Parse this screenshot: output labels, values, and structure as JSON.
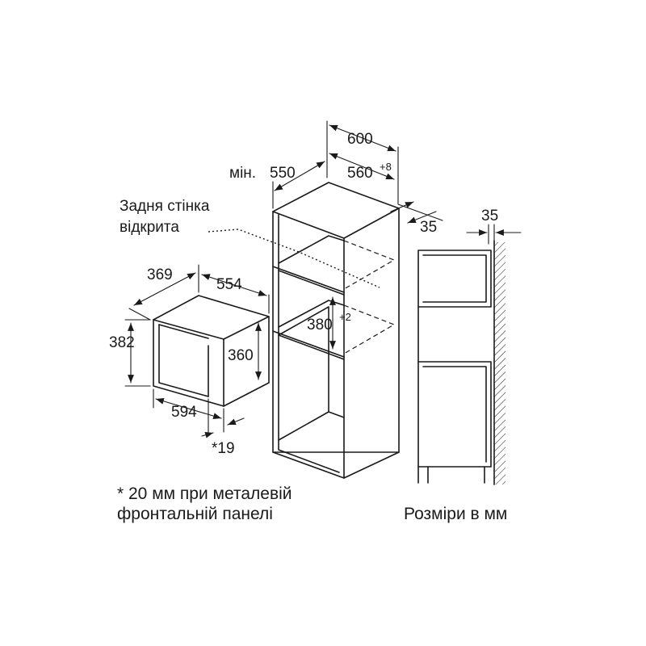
{
  "labels": {
    "oven_width": "600",
    "min_depth_prefix": "мін.",
    "min_depth_value": "550",
    "niche_width_base": "560",
    "niche_width_tol": "+8",
    "gap_side": "35",
    "rear_wall_line1": "Задня стінка",
    "rear_wall_line2": "відкрита",
    "mw_depth": "369",
    "mw_depth2": "554",
    "mw_height": "382",
    "mw_inner_height": "360",
    "mw_width": "594",
    "mw_front_offset": "*19",
    "niche_height_base": "380",
    "niche_height_tol": "+2",
    "wall_gap": "35"
  },
  "notes": {
    "footnote_line1": "* 20 мм при металевій",
    "footnote_line2": "фронтальній панелі",
    "units": "Розміри в мм"
  },
  "colors": {
    "line": "#1a1a1a",
    "background": "#ffffff"
  }
}
